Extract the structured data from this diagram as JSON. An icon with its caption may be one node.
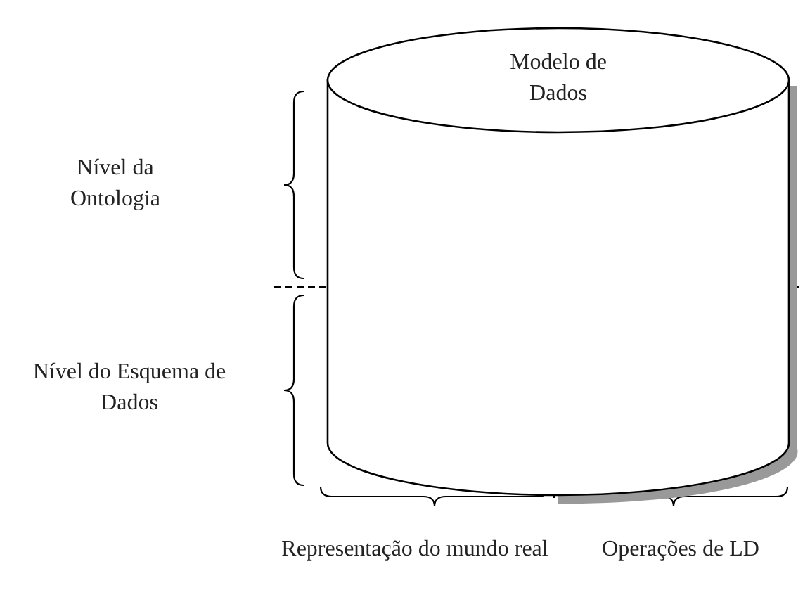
{
  "diagram": {
    "nodes": [
      {
        "text": [
          "Modelo de Dados"
        ]
      }
    ],
    "labels": [
      "Nível da Ontologia",
      "Nível do Esquema de Dados",
      "Representação do mundo real",
      "Operações de LD"
    ]
  }
}
